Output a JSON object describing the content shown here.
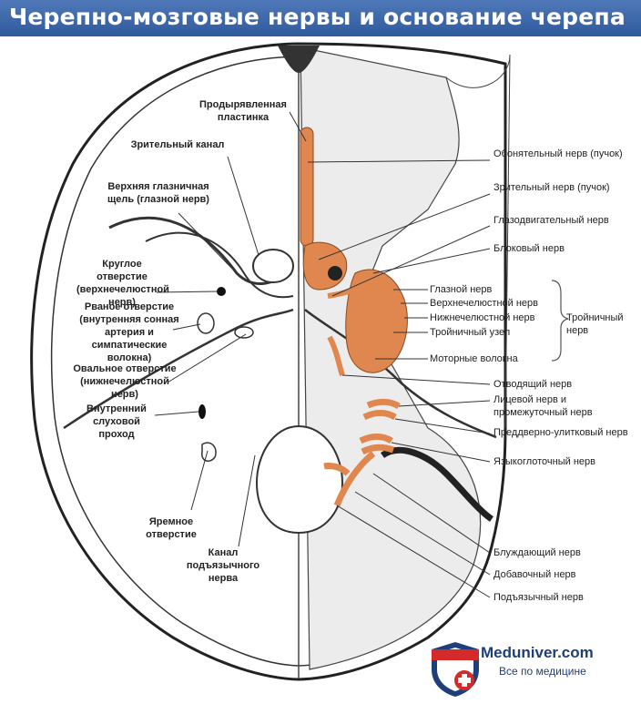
{
  "title": "Черепно-мозговые нервы и основание черепа",
  "colors": {
    "title_bg": "#3c66a8",
    "nerve": "#e0874f",
    "bone_line": "#333333",
    "logo_red": "#d42a2a",
    "logo_blue": "#1f3f7a"
  },
  "left_labels": {
    "cribriform": "Продырявленная пластинка",
    "optic_canal": "Зрительный канал",
    "sup_orbital": "Верхняя глазничная щель (глазной нерв)",
    "rotundum": "Круглое отверстие (верхнечелюстной нерв)",
    "lacerum": "Рваное отверстие (внутренняя сонная артерия и симпатические волокна)",
    "ovale": "Овальное отверстие (нижнечелюстной нерв)",
    "int_acoustic": "Внутренний слуховой проход",
    "jugular": "Яремное отверстие",
    "hypoglossal_canal": "Канал подъязычного нерва"
  },
  "right_labels": {
    "olfactory": "Обонятельный нерв (пучок)",
    "optic": "Зрительный нерв (пучок)",
    "oculomotor": "Глазодвигательный нерв",
    "trochlear": "Блоковый нерв",
    "ophthalmic": "Глазной нерв",
    "maxillary": "Верхнечелюстной нерв",
    "mandibular": "Нижнечелюстной нерв",
    "trig_ganglion": "Тройничный узел",
    "motor": "Моторные волокна",
    "abducens": "Отводящий нерв",
    "facial": "Лицевой нерв и промежуточный нерв",
    "vestibulocochlear": "Преддверно-улитковый нерв",
    "glossopharyngeal": "Языкоглоточный нерв",
    "vagus": "Блуждающий нерв",
    "accessory": "Добавочный нерв",
    "hypoglossal": "Подъязычный нерв"
  },
  "brace_label": "Тройничный нерв",
  "logo": {
    "name": "Meduniver.com",
    "tagline": "Все по медицине",
    "icon": "shield-cross-icon"
  }
}
